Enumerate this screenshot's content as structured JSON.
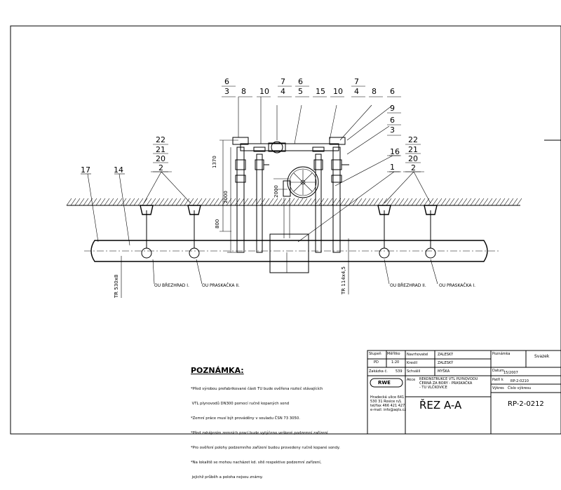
{
  "callouts": {
    "top_left_group": [
      "6",
      "3",
      "8",
      "10",
      "7",
      "4",
      "6",
      "5",
      "15",
      "10",
      "7",
      "4",
      "8",
      "6"
    ],
    "right_side": [
      "9",
      "6",
      "3",
      "16",
      "1"
    ],
    "support_left": [
      "22",
      "21",
      "20",
      "2"
    ],
    "support_right": [
      "22",
      "21",
      "20",
      "2"
    ],
    "main_left": [
      "17",
      "14"
    ]
  },
  "dimensions": {
    "d1370": "1370",
    "d2000a": "2000",
    "d2000b": "2000",
    "d800": "800",
    "tr_left": "TR 530x8",
    "tr_right": "TR 114x4,5"
  },
  "pointers": {
    "ou_brezhrad_1": "OU BŘEZHRAD I.",
    "ou_praskacka_2": "OU PRASKAČKA II.",
    "ou_brezhrad_2": "OU BŘEZHRAD II.",
    "ou_praskacka_1": "OU PRASKAČKA I."
  },
  "note": {
    "title": "POZNÁMKA:",
    "lines": [
      "*Před výrobou prefabrikované části TU bude ověřena rozteč stávajících",
      " VTL plynovodů DN300 pomocí ručně kopaných sond",
      "*Zemní práce musí být prováděny v souladu ČSN 73 3050.",
      "*Před zahájením zemních prací bude vytýčeno veškeré podzemní zařízení",
      "*Pro ověření polohy podzemního zařízení budou provedeny ručně kopané sondy.",
      "*Na lokalitě se mohou nacházet kd. sítě respektive podzemní zařízení,",
      " jejichž průběh a poloha nejsou známy."
    ]
  },
  "title_block": {
    "stupen_label": "Stupeň",
    "stupen_value": "PD",
    "meritko_label": "Měřítko",
    "meritko_value": "1:20",
    "navrhovatel_label": "Navrhovatel",
    "navrhovatel_value": "ZALESKÝ",
    "kreslil_label": "Kreslil",
    "kreslil_value": "ZALESKÝ",
    "schvalil_label": "Schválil",
    "schvalil_value": "MYŠKA",
    "zakazka_label": "Zakázka č.",
    "zakazka_value": "539",
    "poznamka_label": "Poznámka",
    "svazek_label": "Svazek",
    "datum_label": "Datum",
    "datum_value": "15/2007",
    "akce_label": "Akce",
    "akce_value": [
      "REKONSTRUKCE VTL PLYNOVODU",
      "ČERNÁ ZA BORY - PRASKAČKA",
      "- TU VLČKOVICE"
    ],
    "patri_k_label": "Patří k",
    "patri_k_value": "RP-2-0210",
    "company_logo": "RWE",
    "company_address": [
      "Hradecká ulice 641",
      "530 31 Rosice n/L",
      "tel/fax 466 421 427",
      "e-mail: info@aqts.cz"
    ],
    "drawing_title": "ŘEZ A-A",
    "cislo_label": "Číslo výkresu",
    "vykres_label": "Výkres",
    "drawing_number": "RP-2-0212"
  }
}
